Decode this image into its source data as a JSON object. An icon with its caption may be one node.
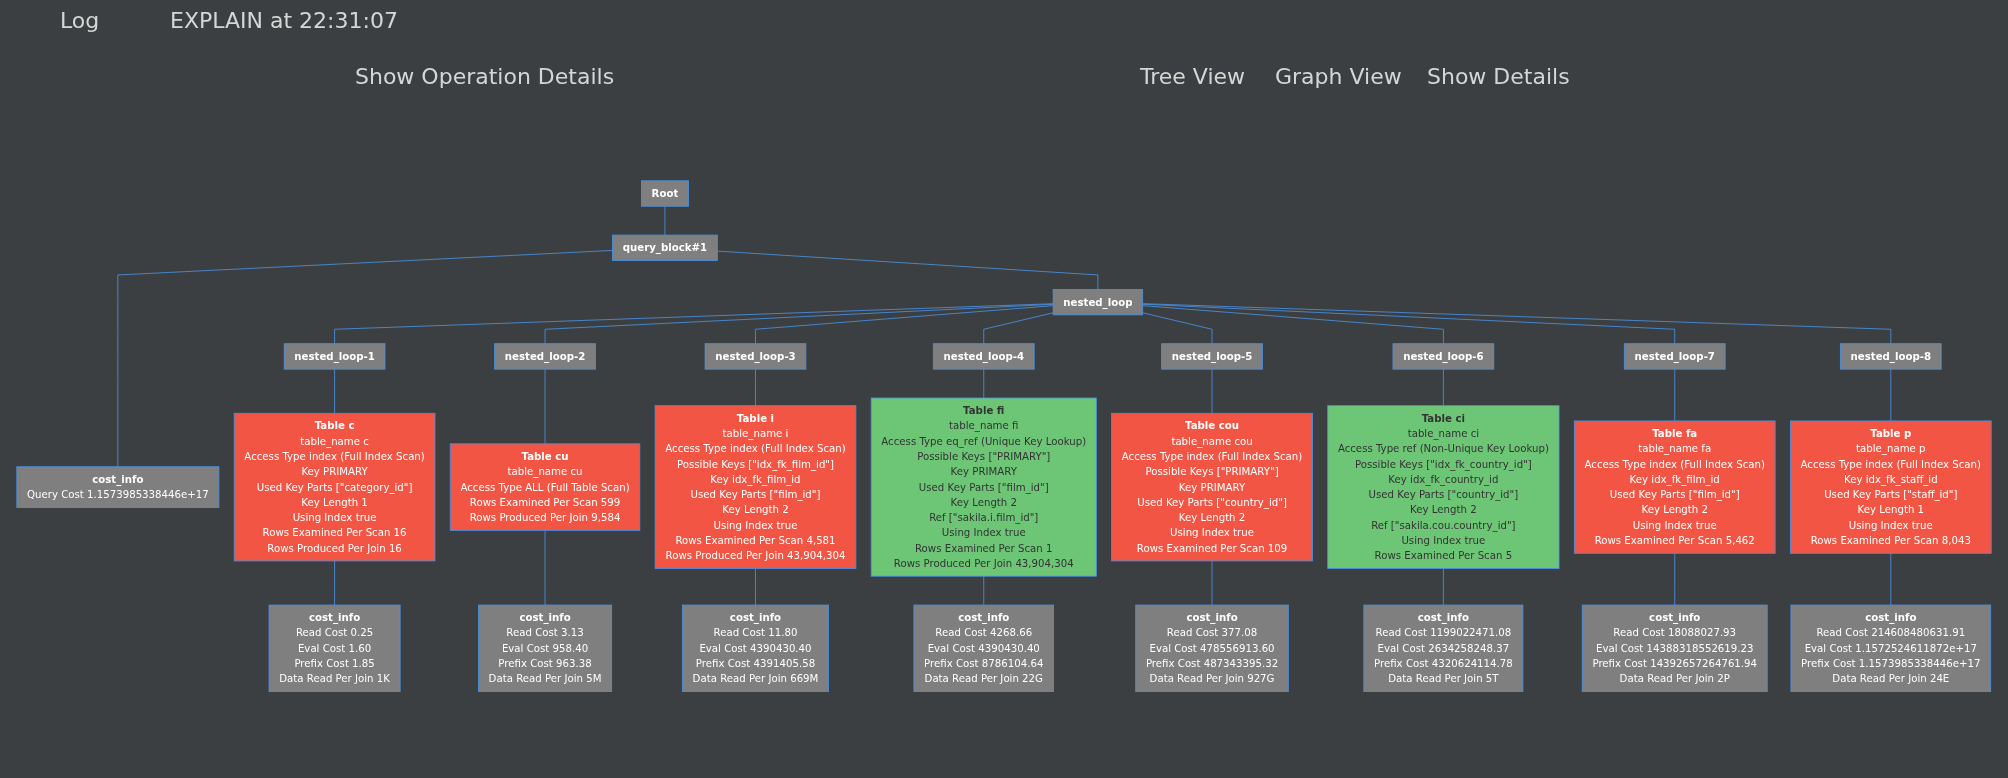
{
  "diagram": {
    "nodes": [
      {
        "text": [
          "Root"
        ]
      },
      {
        "text": [
          "query_block#1"
        ]
      },
      {
        "text": [
          "cost_info",
          "Query Cost",
          "1.1573985338446e+17"
        ]
      },
      {
        "text": [
          "nested_loop"
        ]
      },
      {
        "text": [
          "nested_loop-1"
        ]
      },
      {
        "text": [
          "Table c",
          "table_name",
          "c",
          "Access Type",
          "index (Full Index Scan)",
          "Key",
          "PRIMARY",
          "Used Key Parts",
          "[\"category_id\"]",
          "Key Length",
          "1",
          "Using Index",
          "true",
          "Rows Examined Per Scan",
          "16",
          "Rows Produced Per Join",
          "16"
        ]
      },
      {
        "text": [
          "cost_info",
          "Read Cost",
          "0.25",
          "Eval Cost",
          "1.60",
          "Prefix Cost",
          "1.85",
          "Data Read Per Join",
          "1K"
        ]
      },
      {
        "text": [
          "nested_loop-2"
        ]
      },
      {
        "text": [
          "Table cu",
          "table_name",
          "cu",
          "Access Type",
          "ALL (Full Table Scan)",
          "Rows Examined Per Scan",
          "599",
          "Rows Produced Per Join",
          "9,584"
        ]
      },
      {
        "text": [
          "cost_info",
          "Read Cost",
          "3.13",
          "Eval Cost",
          "958.40",
          "Prefix Cost",
          "963.38",
          "Data Read Per Join",
          "5M"
        ]
      },
      {
        "text": [
          "nested_loop-3"
        ]
      },
      {
        "text": [
          "Table i",
          "table_name",
          "i",
          "Access Type",
          "index (Full Index Scan)",
          "Possible Keys",
          "[\"idx_fk_film_id\"]",
          "Key",
          "idx_fk_film_id",
          "Used Key Parts",
          "[\"film_id\"]",
          "Key Length",
          "2",
          "Using Index",
          "true",
          "Rows Examined Per Scan",
          "4,581",
          "Rows Produced Per Join",
          "43,904,304"
        ]
      },
      {
        "text": [
          "cost_info",
          "Read Cost",
          "11.80",
          "Eval Cost",
          "4390430.40",
          "Prefix Cost",
          "4391405.58",
          "Data Read Per Join",
          "669M"
        ]
      },
      {
        "text": [
          "nested_loop-4"
        ]
      },
      {
        "text": [
          "Table fi",
          "table_name",
          "fi",
          "Access Type",
          "eq_ref (Unique Key Lookup)",
          "Possible Keys",
          "[\"PRIMARY\"]",
          "Key",
          "PRIMARY",
          "Used Key Parts",
          "[\"film_id\"]",
          "Key Length",
          "2",
          "Ref",
          "[\"sakila.i.film_id\"]",
          "Using Index",
          "true",
          "Rows Examined Per Scan",
          "1",
          "Rows Produced Per Join",
          "43,904,304"
        ]
      },
      {
        "text": [
          "cost_info",
          "Read Cost",
          "4268.66",
          "Eval Cost",
          "4390430.40",
          "Prefix Cost",
          "8786104.64",
          "Data Read Per Join",
          "22G"
        ]
      },
      {
        "text": [
          "nested_loop-5"
        ]
      },
      {
        "text": [
          "Table cou",
          "table_name",
          "cou",
          "Access Type",
          "index (Full Index Scan)",
          "Possible Keys",
          "[\"PRIMARY\"]",
          "Key",
          "PRIMARY",
          "Used Key Parts",
          "[\"country_id\"]",
          "Key Length",
          "2",
          "Using Index",
          "true",
          "Rows Examined Per Scan",
          "109"
        ]
      },
      {
        "text": [
          "cost_info",
          "Read Cost",
          "377.08",
          "Eval Cost",
          "478556913.60",
          "Prefix Cost",
          "487343395.32",
          "Data Read Per Join",
          "927G"
        ]
      },
      {
        "text": [
          "nested_loop-6"
        ]
      },
      {
        "text": [
          "Table ci",
          "table_name",
          "ci",
          "Access Type",
          "ref (Non-Unique Key Lookup)",
          "Possible Keys",
          "[\"idx_fk_country_id\"]",
          "Key",
          "idx_fk_country_id",
          "Used Key Parts",
          "[\"country_id\"]",
          "Key Length",
          "2",
          "Ref",
          "[\"sakila.cou.country_id\"]",
          "Using Index",
          "true",
          "Rows Examined Per Scan",
          "5"
        ]
      },
      {
        "text": [
          "cost_info",
          "Read Cost",
          "1199022471.08",
          "Eval Cost",
          "2634258248.37",
          "Prefix Cost",
          "4320624114.78",
          "Data Read Per Join",
          "5T"
        ]
      },
      {
        "text": [
          "nested_loop-7"
        ]
      },
      {
        "text": [
          "Table fa",
          "table_name",
          "fa",
          "Access Type",
          "index (Full Index Scan)",
          "Key",
          "idx_fk_film_id",
          "Used Key Parts",
          "[\"film_id\"]",
          "Key Length",
          "2",
          "Using Index",
          "true",
          "Rows Examined Per Scan",
          "5,462"
        ]
      },
      {
        "text": [
          "cost_info",
          "Read Cost",
          "18088027.93",
          "Eval Cost",
          "14388318552619.23",
          "Prefix Cost",
          "14392657264761.94",
          "Data Read Per Join",
          "2P"
        ]
      },
      {
        "text": [
          "nested_loop-8"
        ]
      },
      {
        "text": [
          "Table p",
          "table_name",
          "p",
          "Access Type",
          "index (Full Index Scan)",
          "Key",
          "idx_fk_staff_id",
          "Used Key Parts",
          "[\"staff_id\"]",
          "Key Length",
          "1",
          "Using Index",
          "true",
          "Rows Examined Per Scan",
          "8,043"
        ]
      },
      {
        "text": [
          "cost_info",
          "Read Cost",
          "214608480631.91",
          "Eval Cost",
          "1.1572524611872e+17",
          "Prefix Cost",
          "1.1573985338446e+17",
          "Data Read Per Join",
          "24E"
        ]
      }
    ],
    "edges": [
      {
        "from": 0,
        "to": 1,
        "arrow": "none"
      },
      {
        "from": 1,
        "to": 2,
        "arrow": "none"
      },
      {
        "from": 1,
        "to": 3,
        "arrow": "none"
      },
      {
        "from": 3,
        "to": 4,
        "arrow": "none"
      },
      {
        "from": 4,
        "to": 5,
        "arrow": "none"
      },
      {
        "from": 5,
        "to": 6,
        "arrow": "none"
      },
      {
        "from": 3,
        "to": 7,
        "arrow": "none"
      },
      {
        "from": 7,
        "to": 8,
        "arrow": "none"
      },
      {
        "from": 8,
        "to": 9,
        "arrow": "none"
      },
      {
        "from": 3,
        "to": 10,
        "arrow": "none"
      },
      {
        "from": 10,
        "to": 11,
        "arrow": "none"
      },
      {
        "from": 11,
        "to": 12,
        "arrow": "none"
      },
      {
        "from": 3,
        "to": 13,
        "arrow": "none"
      },
      {
        "from": 13,
        "to": 14,
        "arrow": "none"
      },
      {
        "from": 14,
        "to": 15,
        "arrow": "none"
      },
      {
        "from": 3,
        "to": 16,
        "arrow": "none"
      },
      {
        "from": 16,
        "to": 17,
        "arrow": "none"
      },
      {
        "from": 17,
        "to": 18,
        "arrow": "none"
      },
      {
        "from": 3,
        "to": 19,
        "arrow": "none"
      },
      {
        "from": 19,
        "to": 20,
        "arrow": "none"
      },
      {
        "from": 20,
        "to": 21,
        "arrow": "none"
      },
      {
        "from": 3,
        "to": 22,
        "arrow": "none"
      },
      {
        "from": 22,
        "to": 23,
        "arrow": "none"
      },
      {
        "from": 23,
        "to": 24,
        "arrow": "none"
      },
      {
        "from": 3,
        "to": 25,
        "arrow": "none"
      },
      {
        "from": 25,
        "to": 26,
        "arrow": "none"
      },
      {
        "from": 26,
        "to": 27,
        "arrow": "none"
      }
    ],
    "labels": [
      "Log",
      "EXPLAIN at 22:31:07",
      "Show Operation Details",
      "Tree View",
      "Graph View",
      "Show Details"
    ]
  }
}
